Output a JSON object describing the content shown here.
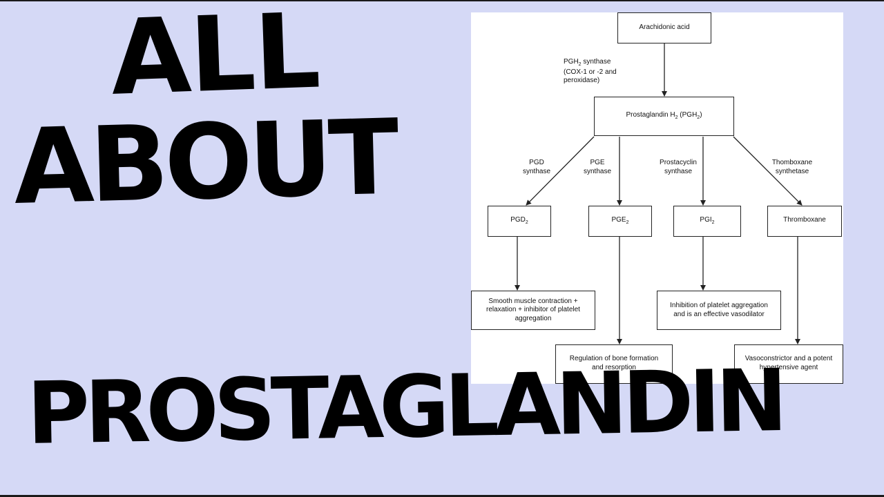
{
  "title": {
    "line1": "ALL",
    "line2": "ABOUT",
    "line3": "PROSTAGLANDIN"
  },
  "diagram": {
    "root": "Arachidonic acid",
    "enzyme_main": {
      "prefix": "PGH",
      "sub": "2",
      "rest": " synthase",
      "line2": "(COX-1 or -2 and",
      "line3": "peroxidase)"
    },
    "intermediate": {
      "part1": "Prostaglandin H",
      "sub1": "2",
      "part2": " (PGH",
      "sub2": "2",
      "part3": ")"
    },
    "synthases": [
      {
        "line1": "PGD",
        "line2": "synthase"
      },
      {
        "line1": "PGE",
        "line2": "synthase"
      },
      {
        "line1": "Prostacyclin",
        "line2": "synthase"
      },
      {
        "line1": "Thomboxane",
        "line2": "synthetase"
      }
    ],
    "products": [
      {
        "base": "PGD",
        "sub": "2"
      },
      {
        "base": "PGE",
        "sub": "2"
      },
      {
        "base": "PGI",
        "sub": "2"
      },
      {
        "base": "Thromboxane",
        "sub": ""
      }
    ],
    "effects": {
      "pgd2": [
        "Smooth muscle contraction +",
        "relaxation + inhibitor of platelet",
        "aggregation"
      ],
      "pge2": [
        "Regulation of bone formation",
        "and resorption"
      ],
      "pgi2": [
        "Inhibition of platelet aggregation",
        "and is an effective vasodilator"
      ],
      "txa": [
        "Vasoconstrictor and a potent",
        "hypertensive agent"
      ]
    }
  }
}
